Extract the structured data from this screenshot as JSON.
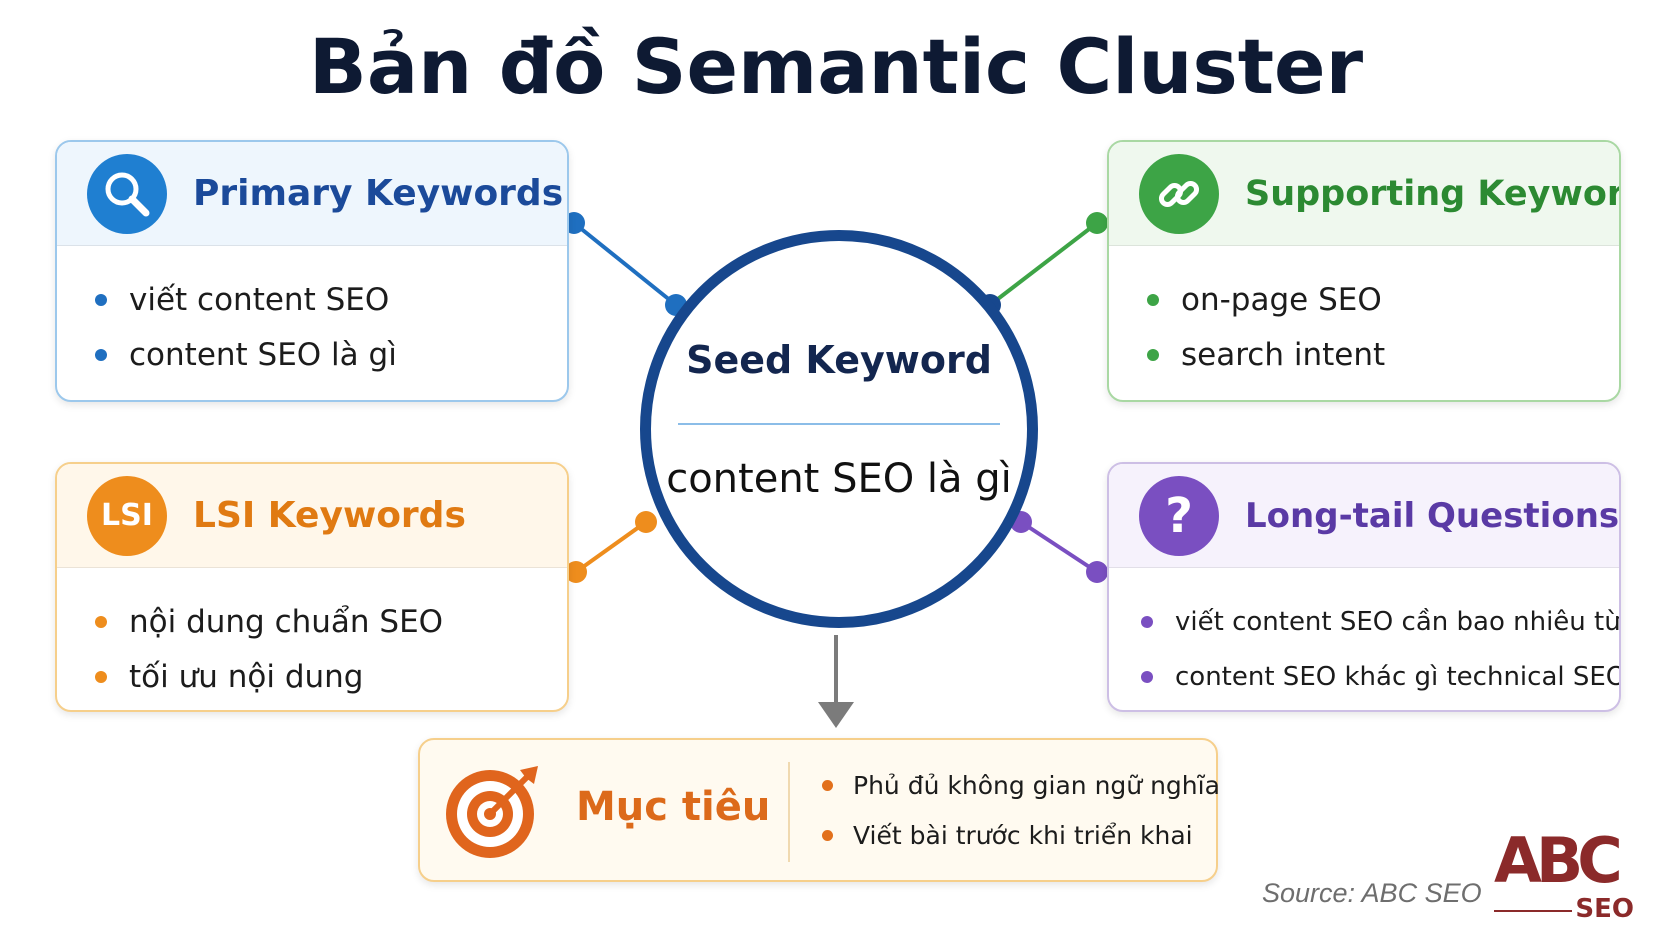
{
  "title": "Bản đồ Semantic Cluster",
  "center": {
    "title": "Seed Keyword",
    "keyword": "content SEO là gì"
  },
  "primary": {
    "heading": "Primary Keywords",
    "icon": "search-icon",
    "items": [
      "viết content SEO",
      "content SEO là gì"
    ]
  },
  "supporting": {
    "heading": "Supporting Keywords",
    "icon": "link-icon",
    "items": [
      "on-page SEO",
      "search intent"
    ]
  },
  "lsi": {
    "heading": "LSI Keywords",
    "icon_text": "LSI",
    "items": [
      "nội dung chuẩn SEO",
      "tối ưu nội dung"
    ]
  },
  "longtail": {
    "heading": "Long-tail Questions",
    "icon_text": "?",
    "items": [
      "viết content SEO cần bao nhiêu từ",
      "content SEO khác gì technical SEO"
    ]
  },
  "goal": {
    "heading": "Mục tiêu",
    "icon": "target-icon",
    "items": [
      "Phủ đủ không gian ngữ nghĩa",
      "Viết bài trước khi triển khai"
    ]
  },
  "source": "Source: ABC SEO",
  "logo": {
    "main": "ABC",
    "sub": "SEO"
  },
  "colors": {
    "blue": "#1f7fd1",
    "green": "#3da446",
    "orange": "#ee8d1d",
    "purple": "#7a4fc1",
    "navy": "#17478d",
    "brand": "#8b2a2a"
  }
}
